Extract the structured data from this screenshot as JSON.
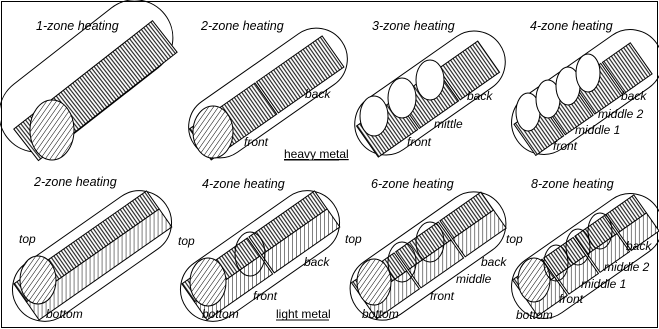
{
  "panels": [
    {
      "title": "1-zone heating",
      "labels": []
    },
    {
      "title": "2-zone heating",
      "labels": [
        "back",
        "front"
      ]
    },
    {
      "title": "3-zone heating",
      "labels": [
        "back",
        "mittle",
        "front"
      ]
    },
    {
      "title": "4-zone heating",
      "labels": [
        "back",
        "middle 2",
        "middle 1",
        "front"
      ]
    },
    {
      "title": "2-zone heating",
      "labels": [
        "top",
        "bottom"
      ]
    },
    {
      "title": "4-zone heating",
      "labels": [
        "top",
        "back",
        "front",
        "bottom"
      ]
    },
    {
      "title": "6-zone heating",
      "labels": [
        "top",
        "back",
        "middle",
        "front",
        "bottom"
      ]
    },
    {
      "title": "8-zone heating",
      "labels": [
        "top",
        "back",
        "middle 2",
        "middle 1",
        "front",
        "bottom"
      ]
    }
  ],
  "groups": {
    "heavy": "heavy metal",
    "light": "light metal"
  }
}
